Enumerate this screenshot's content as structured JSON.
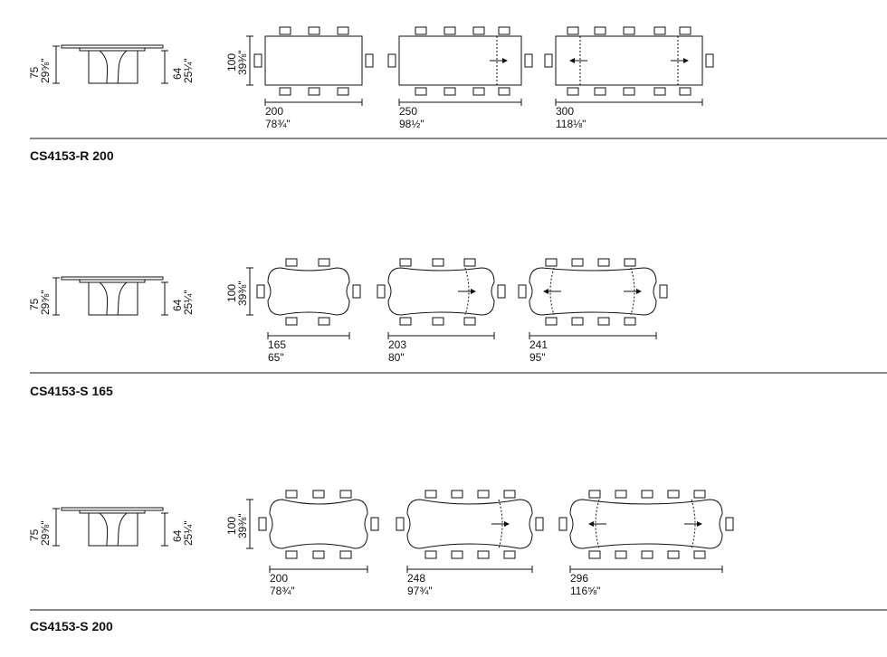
{
  "sections": [
    {
      "title": "CS4153-R 200",
      "side_view": {
        "height_cm": "75",
        "height_in": "29⅝\"",
        "base_cm": "64",
        "base_in": "25¼\""
      },
      "depth": {
        "cm": "100",
        "in": "39⅜\""
      },
      "configs": [
        {
          "cm": "200",
          "in": "78¾\""
        },
        {
          "cm": "250",
          "in": "98½\""
        },
        {
          "cm": "300",
          "in": "118⅛\""
        }
      ]
    },
    {
      "title": "CS4153-S 165",
      "side_view": {
        "height_cm": "75",
        "height_in": "29⅝\"",
        "base_cm": "64",
        "base_in": "25¼\""
      },
      "depth": {
        "cm": "100",
        "in": "39⅜\""
      },
      "configs": [
        {
          "cm": "165",
          "in": "65\""
        },
        {
          "cm": "203",
          "in": "80\""
        },
        {
          "cm": "241",
          "in": "95\""
        }
      ]
    },
    {
      "title": "CS4153-S 200",
      "side_view": {
        "height_cm": "75",
        "height_in": "29⅝\"",
        "base_cm": "64",
        "base_in": "25¼\""
      },
      "depth": {
        "cm": "100",
        "in": "39⅜\""
      },
      "configs": [
        {
          "cm": "200",
          "in": "78¾\""
        },
        {
          "cm": "248",
          "in": "97¾\""
        },
        {
          "cm": "296",
          "in": "116⅝\""
        }
      ]
    }
  ]
}
